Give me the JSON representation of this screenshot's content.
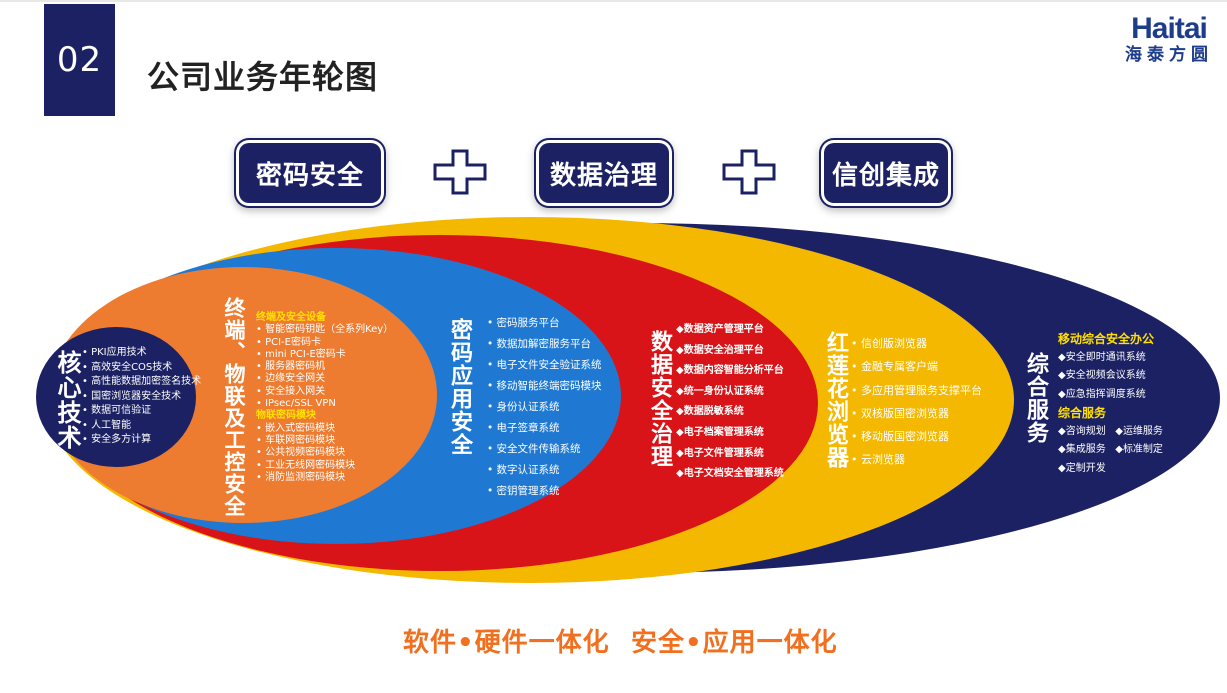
{
  "header": {
    "section_number": "02",
    "title": "公司业务年轮图"
  },
  "logo": {
    "brand": "Haitai",
    "cn": "海泰方圆"
  },
  "pillars": [
    "密码安全",
    "数据治理",
    "信创集成"
  ],
  "rings": {
    "core": {
      "title": "核心技术",
      "items": [
        "PKI应用技术",
        "高效安全COS技术",
        "高性能数据加密签名技术",
        "国密浏览器安全技术",
        "数据可信验证",
        "人工智能",
        "安全多方计算"
      ]
    },
    "terminal": {
      "title": "终端、物联及工控安全",
      "group1_title": "终端及安全设备",
      "group1_items": [
        "智能密码钥匙（全系列Key）",
        "PCI-E密码卡",
        "mini PCI-E密码卡",
        "服务器密码机",
        "边缘安全网关",
        "安全接入网关",
        "IPsec/SSL VPN"
      ],
      "group2_title": "物联密码模块",
      "group2_items": [
        "嵌入式密码模块",
        "车联网密码模块",
        "公共视频密码模块",
        "工业无线网密码模块",
        "消防监测密码模块"
      ]
    },
    "crypto": {
      "title": "密码应用安全",
      "items": [
        "密码服务平台",
        "数据加解密服务平台",
        "电子文件安全验证系统",
        "移动智能终端密码模块",
        "身份认证系统",
        "电子签章系统",
        "安全文件传输系统",
        "数字认证系统",
        "密钥管理系统"
      ]
    },
    "data": {
      "title": "数据安全治理",
      "items": [
        "数据资产管理平台",
        "数据安全治理平台",
        "数据内容智能分析平台",
        "统一身份认证系统",
        "数据脱敏系统",
        "电子档案管理系统",
        "电子文件管理系统",
        "电子文档安全管理系统"
      ]
    },
    "browser": {
      "title": "红莲花浏览器",
      "items": [
        "信创版浏览器",
        "金融专属客户端",
        "多应用管理服务支撑平台",
        "双核版国密浏览器",
        "移动版国密浏览器",
        "云浏览器"
      ]
    },
    "service": {
      "title": "综合服务",
      "group1_title": "移动综合安全办公",
      "group1_items": [
        "安全即时通讯系统",
        "安全视频会议系统",
        "应急指挥调度系统"
      ],
      "group2_title": "综合服务",
      "group2_items": [
        "咨询规划",
        "运维服务",
        "集成服务",
        "标准制定",
        "定制开发"
      ]
    }
  },
  "footer": {
    "left": "软件•硬件一体化",
    "right": "安全•应用一体化"
  },
  "colors": {
    "navy": "#1b2163",
    "yellow": "#f5b800",
    "red": "#d81418",
    "blue": "#1f79d2",
    "orange": "#ee7c30",
    "footer": "#f07020"
  }
}
